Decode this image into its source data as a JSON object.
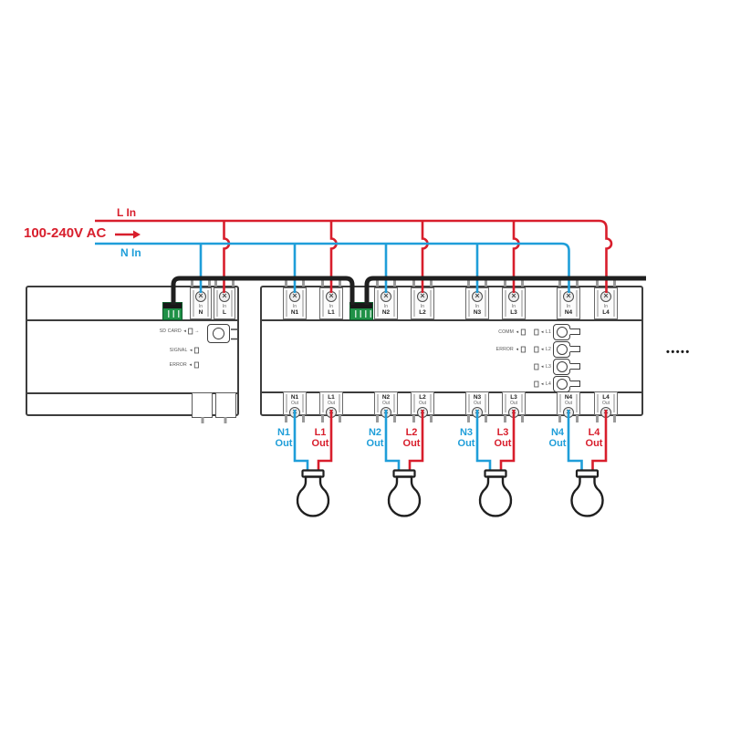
{
  "colors": {
    "line_red": "#d81e2c",
    "line_blue": "#1f9ed9",
    "cable_black": "#1f1f1f",
    "connector_green": "#1f9147",
    "module_outline": "#3d3d3d"
  },
  "supply": {
    "l_in": "L In",
    "voltage": "100-240V AC",
    "n_in": "N In"
  },
  "glyphs": {
    "led_arrow": "◄",
    "mini_arrow": "→",
    "more_modules": "•••••"
  },
  "power_module": {
    "terminals_top": [
      {
        "sub": "In",
        "name": "N"
      },
      {
        "sub": "In",
        "name": "L"
      }
    ],
    "indicators": [
      {
        "label": "SD CARD"
      },
      {
        "label": "SIGNAL"
      },
      {
        "label": "ERROR"
      }
    ]
  },
  "actuator_module": {
    "terminals_top": [
      {
        "sub": "In",
        "name": "N1"
      },
      {
        "sub": "In",
        "name": "L1"
      },
      {
        "sub": "In",
        "name": "N2"
      },
      {
        "sub": "In",
        "name": "L2"
      },
      {
        "sub": "In",
        "name": "N3"
      },
      {
        "sub": "In",
        "name": "L3"
      },
      {
        "sub": "In",
        "name": "N4"
      },
      {
        "sub": "In",
        "name": "L4"
      }
    ],
    "terminals_bottom": [
      {
        "name": "N1",
        "sub": "Out"
      },
      {
        "name": "L1",
        "sub": "Out"
      },
      {
        "name": "N2",
        "sub": "Out"
      },
      {
        "name": "L2",
        "sub": "Out"
      },
      {
        "name": "N3",
        "sub": "Out"
      },
      {
        "name": "L3",
        "sub": "Out"
      },
      {
        "name": "N4",
        "sub": "Out"
      },
      {
        "name": "L4",
        "sub": "Out"
      }
    ],
    "indicators": [
      {
        "label": "COMM"
      },
      {
        "label": "ERROR"
      }
    ],
    "channels": [
      {
        "label": "L1"
      },
      {
        "label": "L2"
      },
      {
        "label": "L3"
      },
      {
        "label": "L4"
      }
    ]
  },
  "outputs": [
    {
      "name": "N1",
      "sub": "Out"
    },
    {
      "name": "L1",
      "sub": "Out"
    },
    {
      "name": "N2",
      "sub": "Out"
    },
    {
      "name": "L2",
      "sub": "Out"
    },
    {
      "name": "N3",
      "sub": "Out"
    },
    {
      "name": "L3",
      "sub": "Out"
    },
    {
      "name": "N4",
      "sub": "Out"
    },
    {
      "name": "L4",
      "sub": "Out"
    }
  ]
}
